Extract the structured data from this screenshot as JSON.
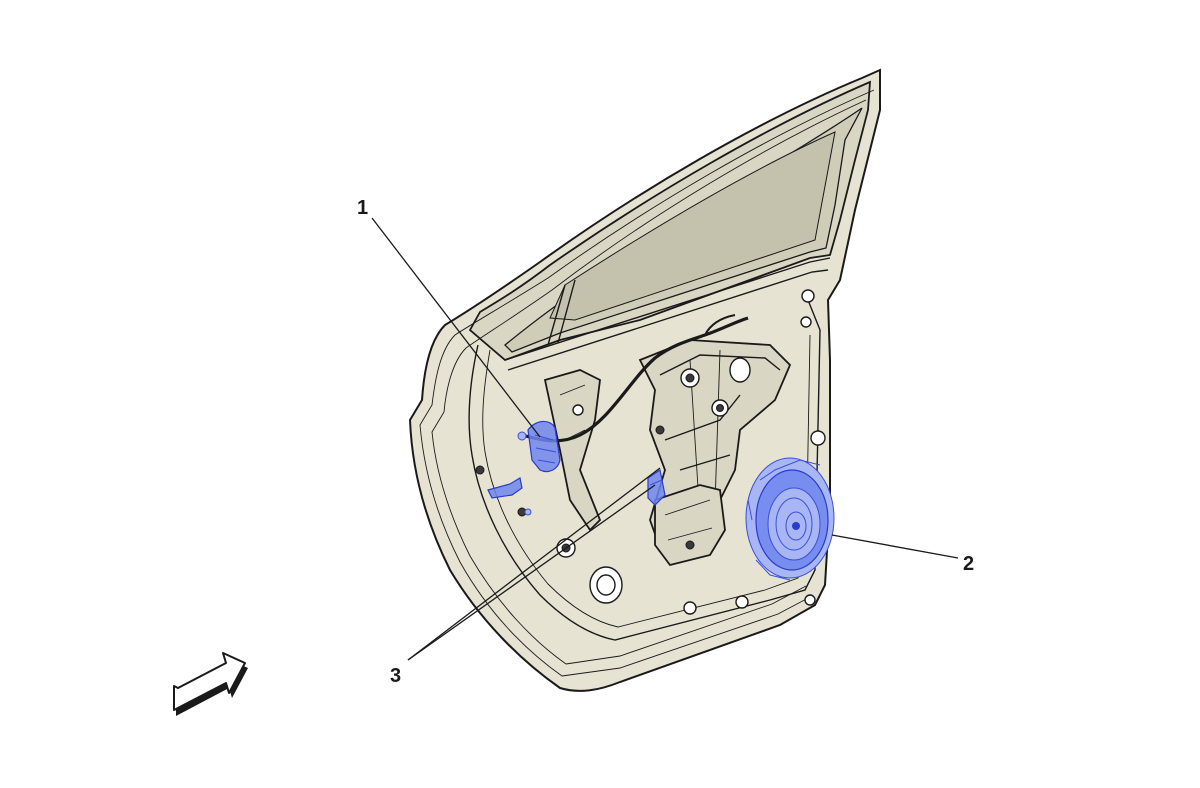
{
  "callouts": [
    {
      "id": "1",
      "label": "1",
      "part": "door-lock-actuator"
    },
    {
      "id": "2",
      "label": "2",
      "part": "door-speaker"
    },
    {
      "id": "3",
      "label": "3",
      "part": "door-wiring-connector"
    }
  ],
  "colors": {
    "panel": "#e6e3d2",
    "highlight": "#6f86ef",
    "outline": "#1a1a1a",
    "background": "#ffffff"
  },
  "icons": [
    "front-direction-arrow-icon"
  ]
}
